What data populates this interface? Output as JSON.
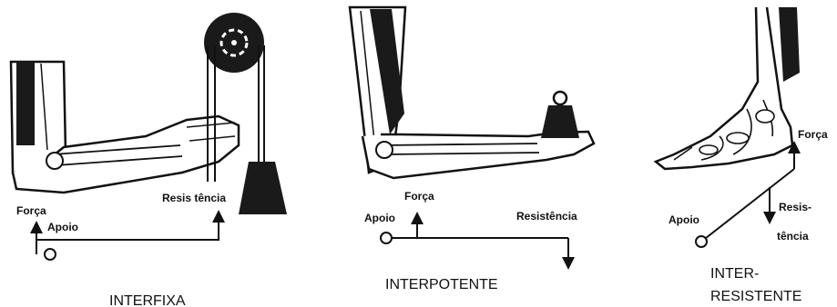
{
  "panels": [
    {
      "caption": "INTERFIXA",
      "labels": {
        "force": "Força",
        "fulcrum": "Apoio",
        "resistance": "Resis tência"
      }
    },
    {
      "caption": "INTERPOTENTE",
      "labels": {
        "force": "Força",
        "fulcrum": "Apoio",
        "resistance": "Resistência"
      }
    },
    {
      "caption_line1": "INTER-",
      "caption_line2": "RESISTENTE",
      "labels": {
        "force": "Força",
        "fulcrum": "Apoio",
        "resistance_line1": "Resis-",
        "resistance_line2": "tência"
      }
    }
  ],
  "colors": {
    "ink": "#111111",
    "bone": "#ffffff",
    "muscle": "#1a1a1a"
  }
}
